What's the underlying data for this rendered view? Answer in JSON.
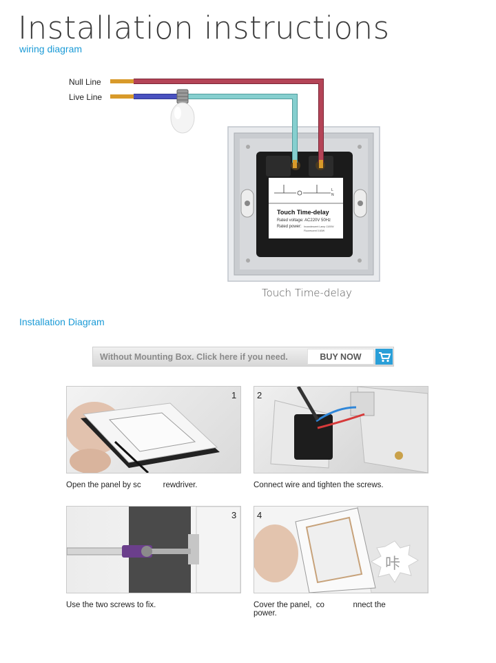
{
  "header": {
    "title": "Installation instructions",
    "wiring_subtitle": "wiring diagram"
  },
  "wiring": {
    "null_line": "Null Line",
    "live_line": "Live Line",
    "device_caption": "Touch Time-delay",
    "label": {
      "title": "Touch Time-delay",
      "voltage": "Rated voltage: AC220V 50Hz",
      "power_prefix": "Rated power:",
      "power_lamp": "Incandescent Lamp 1100W",
      "power_fluor": "Fluorescent 0.60W",
      "term_l": "L",
      "term_n": "N"
    },
    "colors": {
      "null": "#b03c50",
      "live": "#4a52c0",
      "live_switch": "#7fc7c7",
      "copper": "#d89a2a"
    }
  },
  "installation": {
    "subtitle": "Installation Diagram",
    "banner": {
      "text": "Without Mounting Box. Click here if you need.",
      "button": "BUY NOW",
      "icon": "cart-icon"
    }
  },
  "steps": [
    {
      "num": "1",
      "caption": "Open the panel by sc          rewdriver."
    },
    {
      "num": "2",
      "caption": "Connect wire and tighten the screws."
    },
    {
      "num": "3",
      "caption": "Use the two screws to fix."
    },
    {
      "num": "4",
      "caption_line1": "Cover the panel,  co             nnect the",
      "caption_line2": "power.",
      "click_glyph": "咔"
    }
  ]
}
